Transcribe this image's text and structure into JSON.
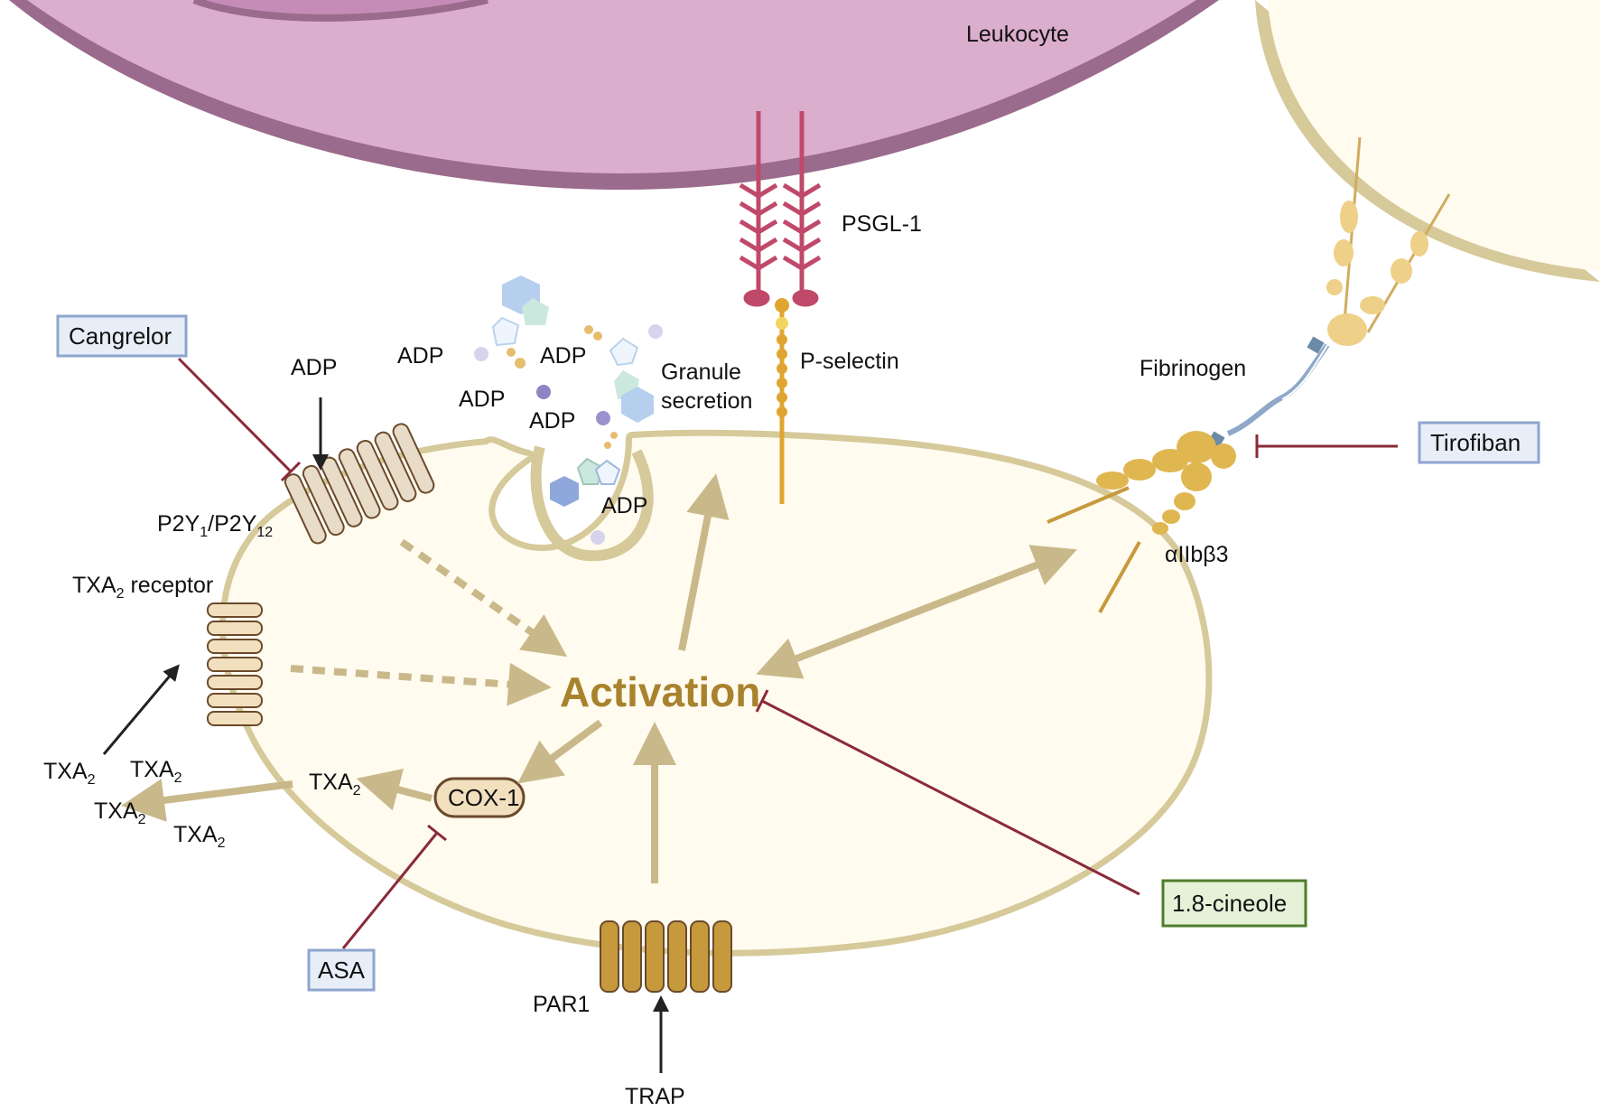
{
  "labels": {
    "leukocyte": "Leukocyte",
    "psgl1": "PSGL-1",
    "pselectin": "P-selectin",
    "fibrinogen": "Fibrinogen",
    "integrin": "αIIbβ3",
    "granule_line1": "Granule",
    "granule_line2": "secretion",
    "adp": "ADP",
    "activation": "Activation",
    "p2y_main1": "P2Y",
    "p2y_sub1": "1",
    "p2y_sep": "/P2Y",
    "p2y_sub2": "12",
    "txa_receptor_main": "TXA",
    "txa_receptor_sub": "2",
    "txa_receptor_tail": " receptor",
    "txa_main": "TXA",
    "txa_sub": "2",
    "cox1": "COX-1",
    "par1": "PAR1",
    "trap": "TRAP"
  },
  "inhibitors": {
    "cangrelor": "Cangrelor",
    "tirofiban": "Tirofiban",
    "asa": "ASA",
    "cineole": "1.8-cineole"
  },
  "colors": {
    "leukocyte_fill": "#dcaecd",
    "leukocyte_edge": "#9a6b8c",
    "platelet_fill": "#fffbef",
    "platelet_edge": "#d6c99a",
    "arrow_tan": "#c9b98a",
    "inhibit_red": "#8a2a3a",
    "activation_text": "#a8822d",
    "box_blue_fill": "#e8eef8",
    "box_blue_edge": "#8ea6cf",
    "box_green_fill": "#e6f2d8",
    "box_green_edge": "#4f7d2a",
    "psgl_red": "#c0496a",
    "selectin_gold": "#e0a530"
  }
}
